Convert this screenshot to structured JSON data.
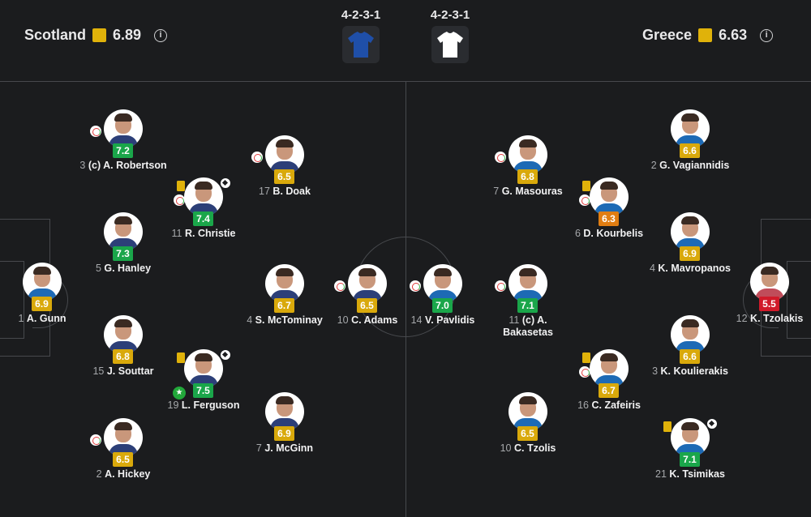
{
  "home": {
    "name": "Scotland",
    "rating": "6.89",
    "formation": "4-2-3-1",
    "kit_color": "#1f4fa8"
  },
  "away": {
    "name": "Greece",
    "rating": "6.63",
    "formation": "4-2-3-1",
    "kit_color": "#ffffff"
  },
  "colors": {
    "green": "#1aa64a",
    "light_green": "#21b04c",
    "yellow": "#d9a90b",
    "orange": "#e07d12",
    "red": "#d11a2a"
  },
  "players": [
    {
      "num": "1",
      "name": "A. Gunn",
      "rating": "6.9",
      "color": "yellow",
      "team": "home"
    },
    {
      "num": "3",
      "name": "(c) A. Robertson",
      "rating": "7.2",
      "color": "green",
      "team": "home"
    },
    {
      "num": "5",
      "name": "G. Hanley",
      "rating": "7.3",
      "color": "green",
      "team": "home"
    },
    {
      "num": "15",
      "name": "J. Souttar",
      "rating": "6.8",
      "color": "yellow",
      "team": "home"
    },
    {
      "num": "2",
      "name": "A. Hickey",
      "rating": "6.5",
      "color": "yellow",
      "team": "home"
    },
    {
      "num": "11",
      "name": "R. Christie",
      "rating": "7.4",
      "color": "green",
      "team": "home"
    },
    {
      "num": "19",
      "name": "L. Ferguson",
      "rating": "7.5",
      "color": "green",
      "team": "home"
    },
    {
      "num": "17",
      "name": "B. Doak",
      "rating": "6.5",
      "color": "yellow",
      "team": "home"
    },
    {
      "num": "4",
      "name": "S. McTominay",
      "rating": "6.7",
      "color": "yellow",
      "team": "home"
    },
    {
      "num": "7",
      "name": "J. McGinn",
      "rating": "6.9",
      "color": "yellow",
      "team": "home"
    },
    {
      "num": "10",
      "name": "C. Adams",
      "rating": "6.5",
      "color": "yellow",
      "team": "home"
    },
    {
      "num": "14",
      "name": "V. Pavlidis",
      "rating": "7.0",
      "color": "green",
      "team": "away"
    },
    {
      "num": "7",
      "name": "G. Masouras",
      "rating": "6.8",
      "color": "yellow",
      "team": "away"
    },
    {
      "num": "11",
      "name": "(c) A. Bakasetas",
      "rating": "7.1",
      "color": "green",
      "team": "away"
    },
    {
      "num": "10",
      "name": "C. Tzolis",
      "rating": "6.5",
      "color": "yellow",
      "team": "away"
    },
    {
      "num": "6",
      "name": "D. Kourbelis",
      "rating": "6.3",
      "color": "orange",
      "team": "away"
    },
    {
      "num": "16",
      "name": "C. Zafeiris",
      "rating": "6.7",
      "color": "yellow",
      "team": "away"
    },
    {
      "num": "2",
      "name": "G. Vagiannidis",
      "rating": "6.6",
      "color": "yellow",
      "team": "away"
    },
    {
      "num": "4",
      "name": "K. Mavropanos",
      "rating": "6.9",
      "color": "yellow",
      "team": "away"
    },
    {
      "num": "3",
      "name": "K. Koulierakis",
      "rating": "6.6",
      "color": "yellow",
      "team": "away"
    },
    {
      "num": "21",
      "name": "K. Tsimikas",
      "rating": "7.1",
      "color": "green",
      "team": "away"
    },
    {
      "num": "12",
      "name": "K. Tzolakis",
      "rating": "5.5",
      "color": "red",
      "team": "away"
    }
  ]
}
